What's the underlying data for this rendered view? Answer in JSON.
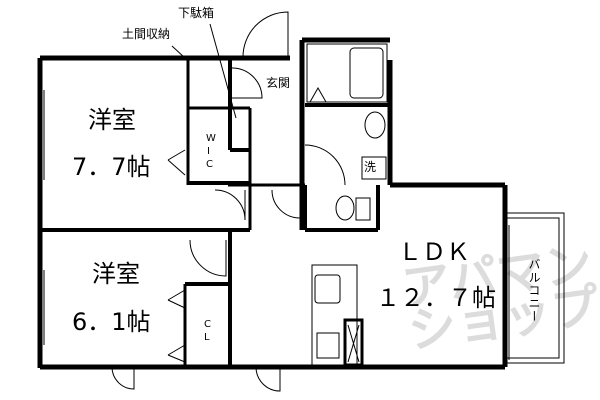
{
  "plan": {
    "rooms": [
      {
        "name": "洋室",
        "size": "7.7帖"
      },
      {
        "name": "洋室",
        "size": "6.1帖"
      },
      {
        "name": "LDK",
        "size": "12.7帖"
      }
    ],
    "labels": {
      "doma_storage": "土間収納",
      "shoe_box": "下駄箱",
      "entrance": "玄関",
      "wic": "WIC",
      "cl": "CL",
      "laundry": "洗",
      "balcony": "バルコニー"
    },
    "watermark": [
      "アパマン",
      "ショップ"
    ],
    "colors": {
      "wall": "#000000",
      "watermark": "#dcdcdc"
    }
  },
  "room_display": {
    "r1_name": "洋室",
    "r1_size": "7．7帖",
    "r2_name": "洋室",
    "r2_size": "6．1帖",
    "r3_name": "ＬＤＫ",
    "r3_size": "１２．７帖",
    "wic_w": "W",
    "wic_i": "I",
    "wic_c": "C",
    "cl_c": "C",
    "cl_l": "L"
  }
}
